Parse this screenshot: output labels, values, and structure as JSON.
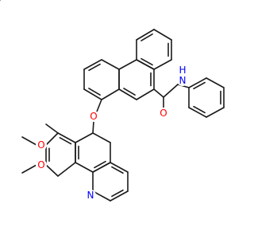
{
  "atoms": [
    {
      "id": "a1",
      "text": "O",
      "color": "#ff0000"
    },
    {
      "id": "a2",
      "text": "N",
      "color": "#0000ff"
    },
    {
      "id": "a3",
      "text": "H",
      "color": "#0000ff"
    },
    {
      "id": "a4",
      "text": "O",
      "color": "#ff0000"
    },
    {
      "id": "a5",
      "text": "O",
      "color": "#ff0000"
    },
    {
      "id": "a6",
      "text": "O",
      "color": "#ff0000"
    },
    {
      "id": "a7",
      "text": "N",
      "color": "#0000ff"
    }
  ],
  "bond_color": "#1a1a1a"
}
